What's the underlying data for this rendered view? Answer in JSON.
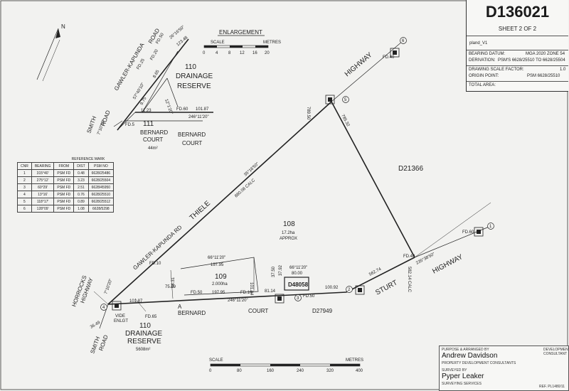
{
  "title_block": {
    "plan_number": "D136021",
    "sheet_text": "SHEET  2  OF  2",
    "plan_version": "pland_V1",
    "bearing_datum_label": "BEARING DATUM:",
    "bearing_datum_value": "MGA 2020 ZONE 54",
    "derivation_label": "DERIVATION:",
    "derivation_value": "PSM'S 6628/25510 TO 6628/25504",
    "scale_factor_label": "DRAWING SCALE FACTOR:",
    "scale_factor_value": "1.0",
    "origin_label": "ORIGIN POINT:",
    "origin_value": "PSM 6628/25510",
    "total_area_label": "TOTAL AREA:"
  },
  "north_label": "N",
  "enlargement": {
    "title": "ENLARGEMENT",
    "scale_label": "SCALE",
    "metres_label": "METRES",
    "ticks": [
      "0",
      "4",
      "8",
      "12",
      "16",
      "20"
    ]
  },
  "main_scale": {
    "scale_label": "SCALE",
    "metres_label": "METRES",
    "ticks": [
      "0",
      "80",
      "160",
      "240",
      "320",
      "400"
    ]
  },
  "reference_mark": {
    "caption": "REFERENCE MARK",
    "headers": [
      "CNR",
      "BEARING",
      "FROM",
      "DIST",
      "PSM NO"
    ],
    "rows": [
      [
        "1",
        "315°40'",
        "PSM FD",
        "0.48",
        "6628/25486"
      ],
      [
        "2",
        "275°12'",
        "PSM FD",
        "3.23",
        "6628/25504"
      ],
      [
        "3",
        "60°29'",
        "PSM FD",
        "2.51",
        "6628/45950"
      ],
      [
        "4",
        "13°16'",
        "PSM FD",
        "0.76",
        "6628/25510"
      ],
      [
        "5",
        "118°17'",
        "PSM FD",
        "0.89",
        "6628/25512"
      ],
      [
        "6",
        "128°09'",
        "PSM FD",
        "1.08",
        "6628/5298"
      ]
    ]
  },
  "labels": {
    "d21366": "D21366",
    "lot108": "108",
    "lot108_area": "17.2ha",
    "lot108_approx": "APPROX",
    "lot109": "109",
    "lot109_area": "2.000ha",
    "d48058": "D48058",
    "d27949": "D27949",
    "thiele": "THIELE",
    "highway": "HIGHWAY",
    "sturt": "STURT",
    "sturt_highway": "HIGHWAY",
    "gawler_kapunda": "GAWLER-KAPUNDA RD",
    "bernard": "BERNARD",
    "court": "COURT",
    "horrocks": "HORROCKS",
    "horrocks_hwy": "HIGHWAY",
    "smith": "SMITH",
    "road": "ROAD",
    "drainage_num": "110",
    "drainage_1": "DRAINAGE",
    "drainage_2": "RESERVE",
    "drainage_area": "5608m²",
    "vide_1": "VIDE",
    "vide_2": "ENLGT",
    "point_a": "A",
    "enl_110": "110",
    "enl_drainage": "DRAINAGE",
    "enl_reserve": "RESERVE",
    "enl_111": "111",
    "enl_bernard": "BERNARD",
    "enl_court": "COURT",
    "enl_area": "44m²",
    "enl_bernard2": "BERNARD",
    "enl_court2": "COURT",
    "enl_gawler": "GAWLER-KAPUNDA",
    "enl_road": "ROAD",
    "enl_smith": "SMITH",
    "enl_smith_road": "ROAD"
  },
  "dimensions": {
    "thiele_bearing": "35°16'50\"",
    "thiele_dist": "880.08 CALC",
    "east_dist": "785.32",
    "top_dist": "789.50",
    "east_lot_dist": "582.14 CALC",
    "sturt_bearing": "235°38'50\"",
    "sturt_dist": "562.74",
    "fd40a": "FD.40",
    "fd60": "FD.60",
    "lot109_top_bearing": "66°11'20\"",
    "lot109_top": "197.95",
    "lot109_bottom": "197.95",
    "bernard_bearing": "246°11'20\"",
    "seg81": "81.14",
    "seg100": "100.92",
    "seg101": "101.87",
    "seg75": "75.29",
    "seg9431": "94.31",
    "seg10104": "101.04",
    "d48_bearing": "66°11'20\"",
    "d48_dist": "80.00",
    "fd50": "FD.50",
    "fd10a": "FD.10",
    "fd10b": "FD.10",
    "fd65": "FD.65",
    "fd50b": "FD.50",
    "seg3792": "37.92",
    "seg3750": "37.50",
    "bearing_left": "7°10'20\"",
    "hwy_dist": "36.49",
    "enl_bearing1": "26°16'50\"",
    "enl_dist1": "123.48",
    "enl_fd50": "FD.50",
    "enl_fd20": "FD.20",
    "enl_fd25": "FD.25",
    "enl_865": "8.65",
    "enl_bear2": "57°40'10\"",
    "enl_bear3": "12°1'20\"",
    "enl_975": "9.75",
    "enl_1123": "11.23",
    "enl_fd60": "FD.60",
    "enl_10187": "101.87",
    "enl_bear4": "246°11'20\"",
    "enl_fd5": "FD.5"
  },
  "markers": [
    "1",
    "2",
    "3",
    "4",
    "5",
    "6"
  ],
  "developer": {
    "label_prepared": "PURPOSE & ARRANGED BY",
    "name": "Andrew Davidson",
    "company": "PROPERTY DEVELOPMENT CONSULTANTS",
    "surveyor_label": "SURVEYED BY",
    "surveyor_name": "Pyper Leaker",
    "surveyor_company": "SURVEYING SERVICES",
    "ref_label": "REF. PL1480/11",
    "dev_label": "DEVELOPMENT CONSULTANT"
  }
}
